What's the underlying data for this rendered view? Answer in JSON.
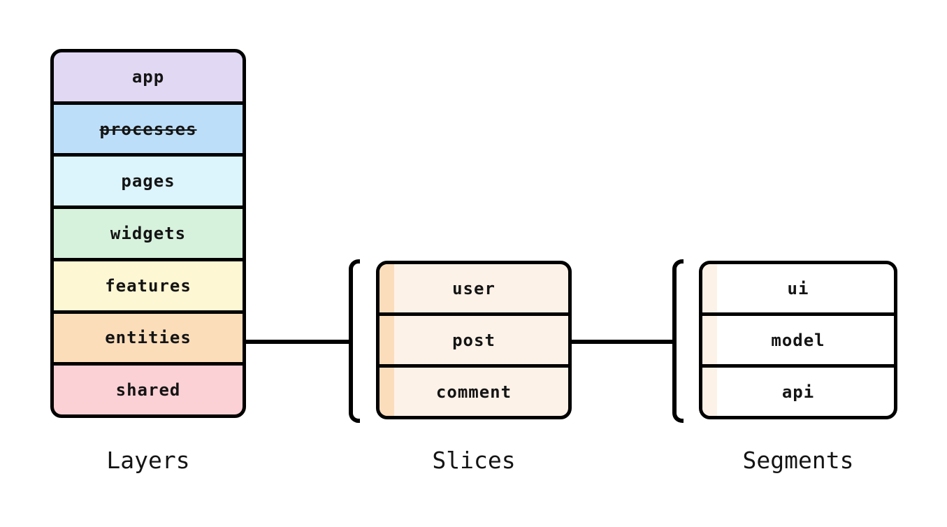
{
  "page": {
    "background": "#FFFFFF"
  },
  "style": {
    "stroke": "#000000",
    "text": "#141414"
  },
  "layers": {
    "caption": "Layers",
    "items": [
      {
        "label": "app",
        "bg": "#E1D8F3",
        "deprecated": false
      },
      {
        "label": "processes",
        "bg": "#BDDEF8",
        "deprecated": true
      },
      {
        "label": "pages",
        "bg": "#DCF4FB",
        "deprecated": false
      },
      {
        "label": "widgets",
        "bg": "#D6F1DC",
        "deprecated": false
      },
      {
        "label": "features",
        "bg": "#FDF7D3",
        "deprecated": false
      },
      {
        "label": "entities",
        "bg": "#FBDDBA",
        "deprecated": false
      },
      {
        "label": "shared",
        "bg": "#FCD1D5",
        "deprecated": false
      }
    ]
  },
  "slices": {
    "caption": "Slices",
    "body_bg": "#FDF2E8",
    "stripe_bg": "#FBDDBC",
    "items": [
      {
        "label": "user"
      },
      {
        "label": "post"
      },
      {
        "label": "comment"
      }
    ]
  },
  "segments": {
    "caption": "Segments",
    "body_bg": "#FFFFFF",
    "stripe_bg": "#FDF2E8",
    "items": [
      {
        "label": "ui"
      },
      {
        "label": "model"
      },
      {
        "label": "api"
      }
    ]
  }
}
